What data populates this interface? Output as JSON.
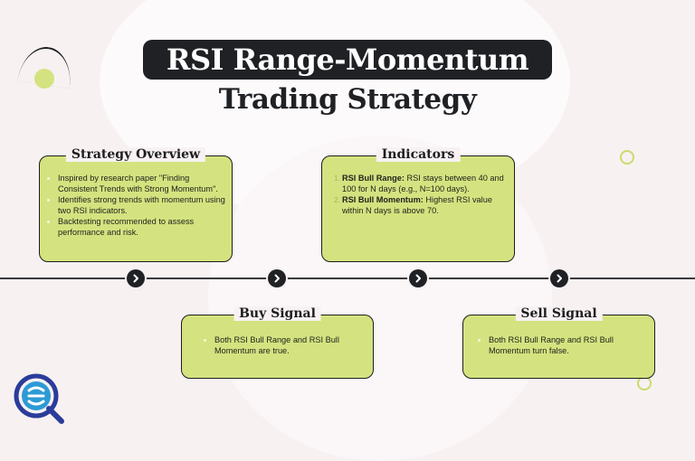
{
  "title": {
    "line1": "RSI Range-Momentum",
    "line2": "Trading Strategy"
  },
  "overview": {
    "heading": "Strategy Overview",
    "bullets": [
      "Inspired by research paper \"Finding Consistent Trends with Strong Momentum\".",
      "Identifies strong trends with momentum using two RSI indicators.",
      "Backtesting recommended to assess performance and risk."
    ]
  },
  "indicators": {
    "heading": "Indicators",
    "items": [
      {
        "term": "RSI Bull Range:",
        "text": " RSI stays between 40 and 100 for N days (e.g., N=100 days)."
      },
      {
        "term": "RSI Bull Momentum:",
        "text": " Highest RSI value within N days is above 70."
      }
    ]
  },
  "buy": {
    "heading": "Buy Signal",
    "bullets": [
      "Both RSI Bull Range and RSI Bull Momentum are true."
    ]
  },
  "sell": {
    "heading": "Sell Signal",
    "bullets": [
      "Both RSI Bull Range and RSI Bull Momentum turn false."
    ]
  },
  "node_icon": "chevron-right-icon",
  "logo_icon": "search-magnifier-icon",
  "colors": {
    "accent": "#d4e37f",
    "dark": "#1f2125",
    "background": "#f7f1f2"
  }
}
